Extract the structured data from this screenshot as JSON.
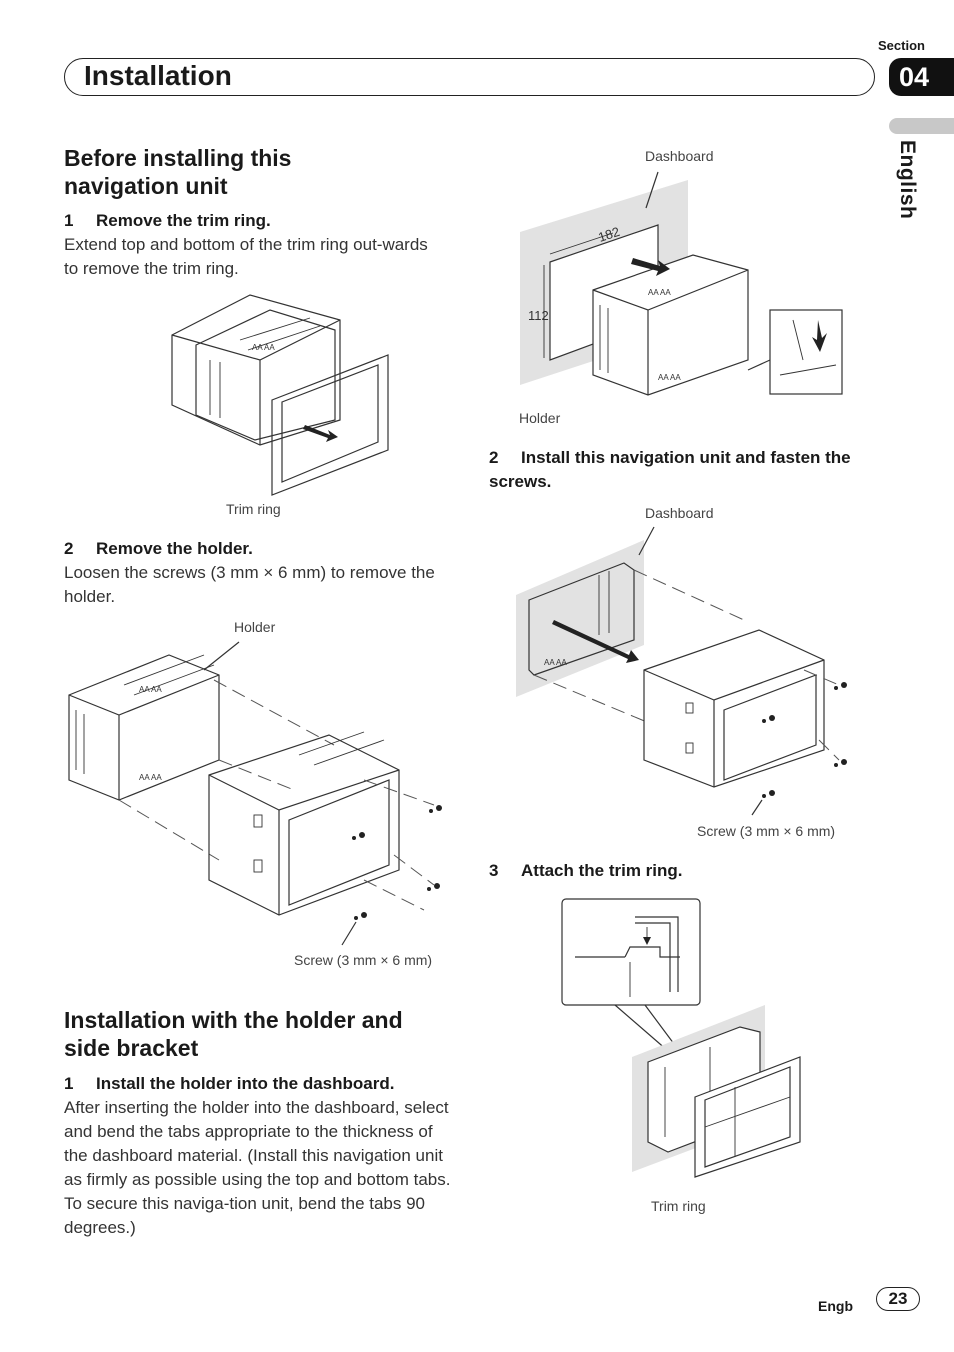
{
  "header": {
    "section_label": "Section",
    "section_number": "04",
    "title": "Installation",
    "language": "English"
  },
  "left": {
    "heading1": "Before installing this navigation unit",
    "step1": {
      "num": "1",
      "title": "Remove the trim ring.",
      "body": "Extend top and bottom of the trim ring out-wards to remove the trim ring."
    },
    "fig1_caption": "Trim ring",
    "step2": {
      "num": "2",
      "title": "Remove the holder.",
      "body": "Loosen the screws (3 mm × 6 mm) to remove the holder."
    },
    "fig2_caption_top": "Holder",
    "fig2_caption_bottom": "Screw (3 mm × 6 mm)",
    "heading2": "Installation with the holder and side bracket",
    "step3": {
      "num": "1",
      "title": "Install the holder into the dashboard.",
      "body": "After inserting the holder into the dashboard, select and bend the tabs appropriate to the thickness of the dashboard material. (Install this navigation unit as firmly as possible using the top and bottom tabs. To secure this naviga-tion unit, bend the tabs 90 degrees.)"
    }
  },
  "right": {
    "fig3_caption_top": "Dashboard",
    "fig3_dim_width": "182",
    "fig3_dim_height": "112",
    "fig3_caption_bottom": "Holder",
    "step2": {
      "num": "2",
      "title": "Install this navigation unit and fasten the screws."
    },
    "fig4_caption_top": "Dashboard",
    "fig4_caption_bottom": "Screw (3 mm × 6 mm)",
    "step3": {
      "num": "3",
      "title": "Attach the trim ring."
    },
    "fig5_caption": "Trim ring"
  },
  "footer": {
    "lang_code": "Engb",
    "page_number": "23"
  }
}
